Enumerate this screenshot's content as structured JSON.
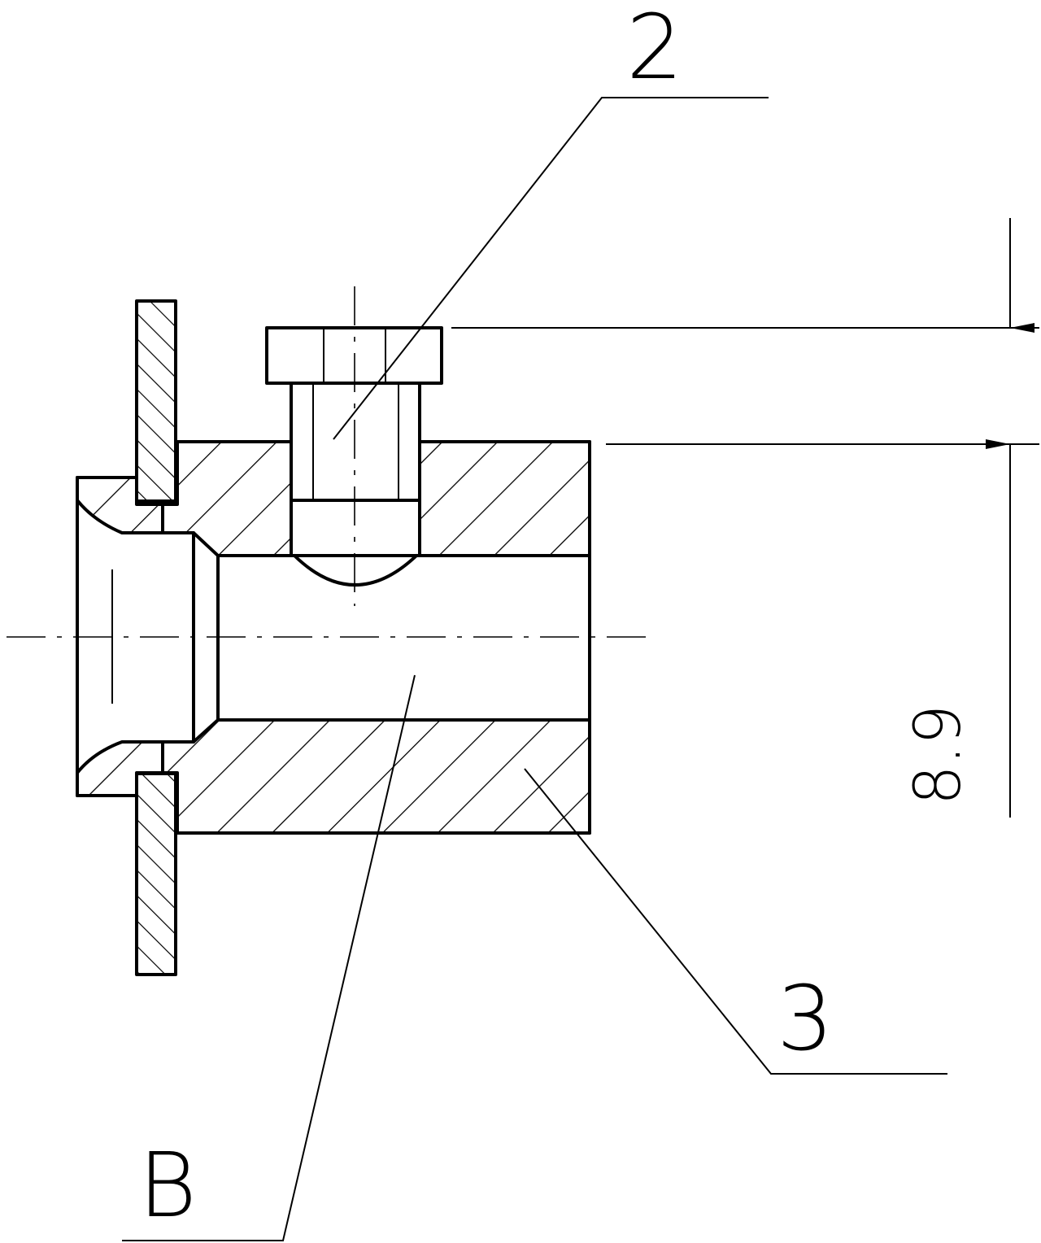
{
  "labels": {
    "part_2": "2",
    "part_3": "3",
    "part_b": "B"
  },
  "dimension": {
    "value": "8.9"
  },
  "colors": {
    "line": "#000000",
    "background": "#ffffff"
  }
}
